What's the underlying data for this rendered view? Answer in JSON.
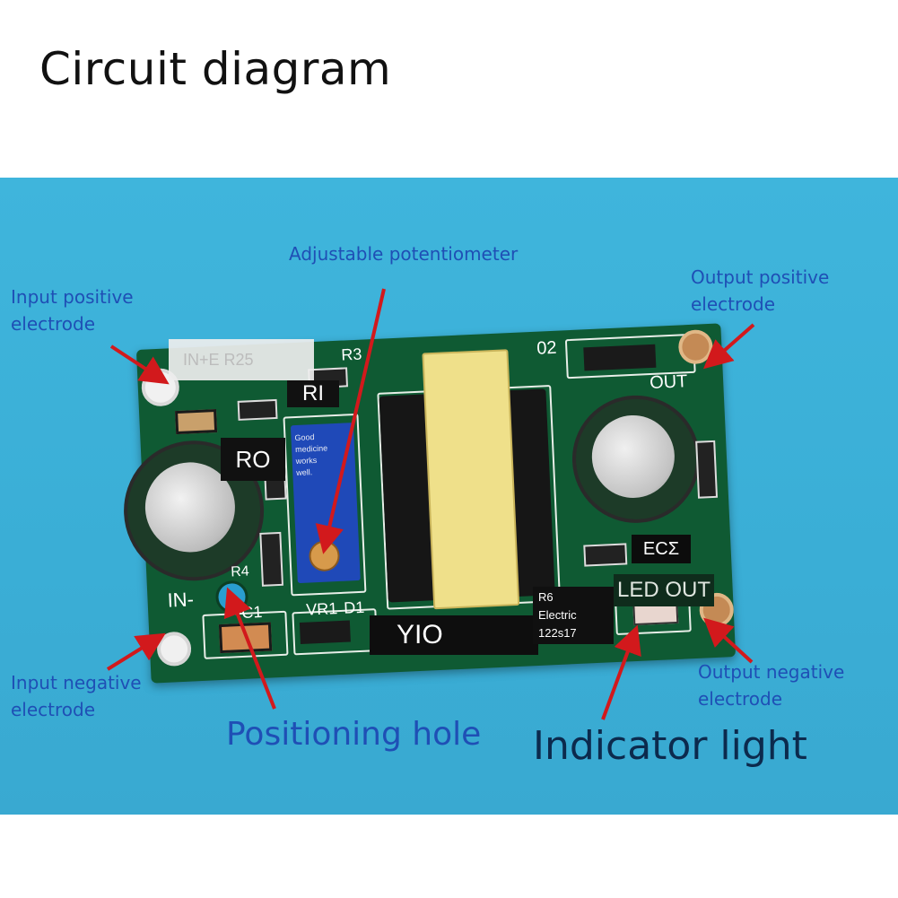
{
  "title": "Circuit diagram",
  "callouts": {
    "adjustable_potentiometer": "Adjustable potentiometer",
    "input_positive": [
      "Input positive",
      "electrode"
    ],
    "output_positive": [
      "Output positive",
      "electrode"
    ],
    "input_negative": [
      "Input negative",
      "electrode"
    ],
    "output_negative": [
      "Output negative",
      "electrode"
    ],
    "positioning_hole": "Positioning hole",
    "indicator_light": "Indicator light"
  },
  "board_labels": {
    "in_plus": "IN+E R25",
    "r3": "R3",
    "d2": "02",
    "out": "OUT",
    "ri": "RI",
    "ro": "RO",
    "pot_text": [
      "Good",
      "medicine",
      "works",
      "well."
    ],
    "in_minus": "IN-",
    "c1": "C1",
    "vr1": "VR1",
    "d1": "D1",
    "yio": "YIO",
    "r6_lines": [
      "R6",
      "Electric",
      "122s17"
    ],
    "ec2": "ECΣ",
    "led_out": "LED OUT",
    "r4": "R4"
  },
  "colors": {
    "arrow": "#d2191c",
    "callout_text": "#1f4fb5",
    "indicator_text": "#0c2a4d",
    "board": "#0f5a33",
    "background": "#3fb5dc"
  }
}
